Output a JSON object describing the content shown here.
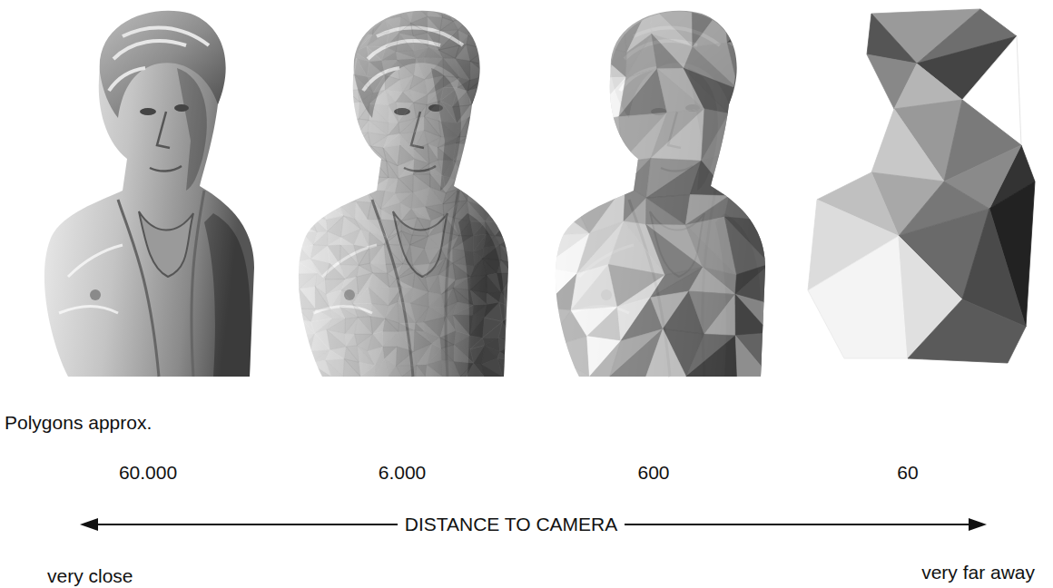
{
  "diagram": {
    "labels": [
      "Polygons approx.",
      "60.000",
      "6.000",
      "600",
      "60",
      "DISTANCE TO CAMERA",
      "very close",
      "very far away"
    ]
  }
}
